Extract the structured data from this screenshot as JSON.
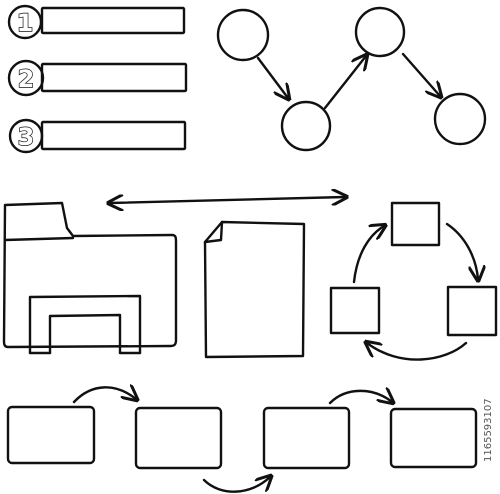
{
  "numbered_list": {
    "items": [
      {
        "number": "1"
      },
      {
        "number": "2"
      },
      {
        "number": "3"
      }
    ]
  },
  "watermark": {
    "stock_id": "1165593107"
  },
  "ink_color": "#111111",
  "background_color": "#ffffff"
}
